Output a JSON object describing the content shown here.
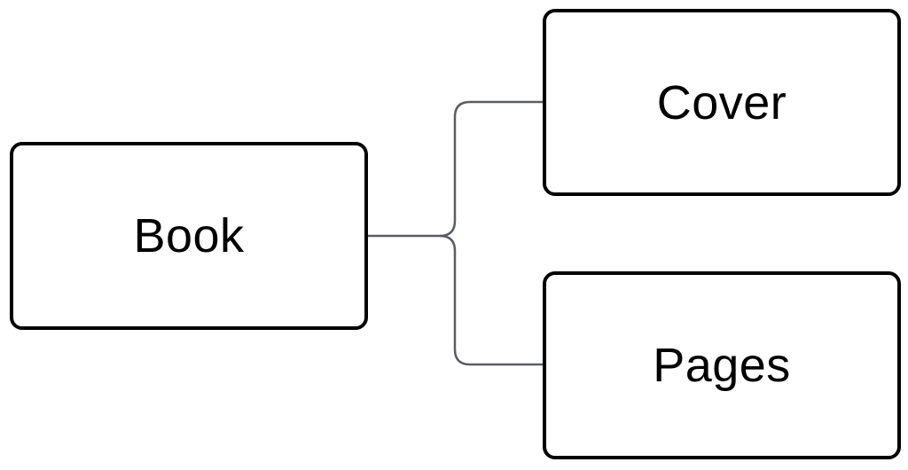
{
  "diagram": {
    "type": "tree",
    "root": {
      "label": "Book"
    },
    "children": [
      {
        "label": "Cover"
      },
      {
        "label": "Pages"
      }
    ],
    "colors": {
      "node_border": "#000000",
      "node_fill": "#ffffff",
      "connector": "#5a5d66",
      "text": "#000000"
    }
  }
}
